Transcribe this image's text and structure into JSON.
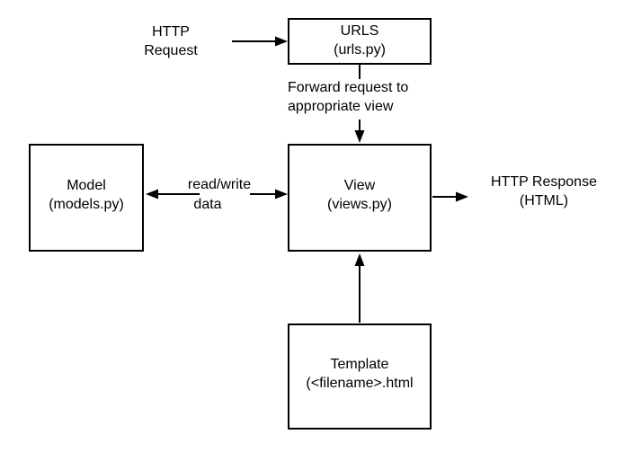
{
  "nodes": {
    "urls": {
      "title": "URLS",
      "subtitle": "(urls.py)"
    },
    "model": {
      "title": "Model",
      "subtitle": "(models.py)"
    },
    "view": {
      "title": "View",
      "subtitle": "(views.py)"
    },
    "template": {
      "title": "Template",
      "subtitle": "(<filename>.html"
    }
  },
  "labels": {
    "http_request": {
      "line1": "HTTP",
      "line2": "Request"
    },
    "forward": {
      "line1": "Forward request to",
      "line2": "appropriate view"
    },
    "read_write": {
      "line1": "read/write",
      "line2": "data"
    },
    "http_response": {
      "line1": "HTTP Response",
      "line2": "(HTML)"
    }
  },
  "colors": {
    "stroke": "#000000",
    "background": "#ffffff"
  }
}
